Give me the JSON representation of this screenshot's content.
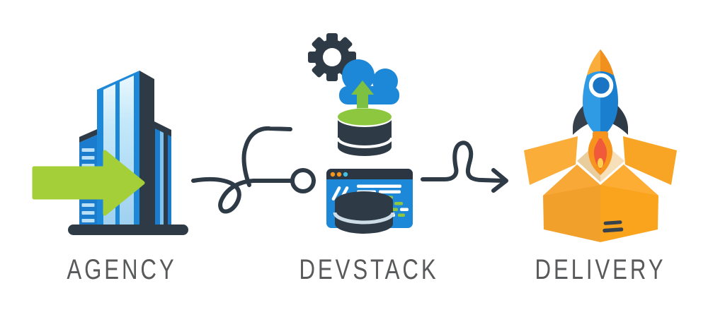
{
  "diagram": {
    "stages": [
      {
        "id": "agency",
        "label": "AGENCY",
        "icon": "office-building-with-green-arrow-icon"
      },
      {
        "id": "devstack",
        "label": "DEVSTACK",
        "icon": "gear-cloud-database-code-window-icon"
      },
      {
        "id": "delivery",
        "label": "DELIVERY",
        "icon": "rocket-launching-from-open-box-icon"
      }
    ],
    "connectors": [
      {
        "from": "agency",
        "to": "devstack",
        "style": "hand-drawn loop line ending in hollow circle with upper arc"
      },
      {
        "from": "devstack",
        "to": "delivery",
        "style": "hand-drawn loop line ending in arrowhead"
      }
    ],
    "colors": {
      "slate": "#2E3A46",
      "blue": "#1E88D8",
      "annex_blue": "#1B7CCE",
      "light_blue": "#C4E8FA",
      "lime_green": "#A4CF39",
      "green": "#7CC142",
      "db_green": "#8DC63F",
      "orange": "#F7941E",
      "cyan_dot": "#45C1E0",
      "box_orange": "#F9A72B",
      "box_inner_tan": "#F6DFB9",
      "label_gray": "#58595B"
    }
  }
}
